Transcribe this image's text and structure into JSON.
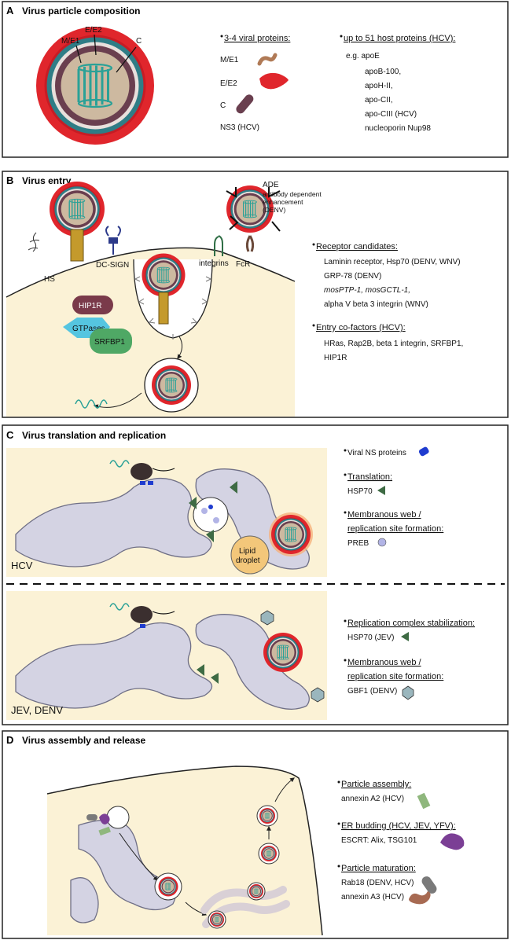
{
  "panel_a": {
    "letter": "A",
    "title": "Virus particle composition",
    "particle_labels": {
      "me1": "M/E1",
      "ee2": "E/E2",
      "c": "C"
    },
    "viral_header": "3-4 viral proteins:",
    "viral_items": [
      "M/E1",
      "E/E2",
      "C",
      "NS3 (HCV)"
    ],
    "host_header": "up to 51 host proteins (HCV):",
    "host_intro": "e.g. apoE",
    "host_items": [
      "apoB-100,",
      "apoH-II,",
      "apo-CII,",
      "apo-CIII (HCV)",
      "nucleoporin Nup98"
    ]
  },
  "panel_b": {
    "letter": "B",
    "title": "Virus entry",
    "ade_title": "ADE",
    "ade_sub": [
      "antibody dependent",
      "enhancement",
      "(DENV)"
    ],
    "labels": {
      "hs": "HS",
      "dcsign": "DC-SIGN",
      "integrins": "integrins",
      "fcr": "FcR",
      "hip1r": "HIP1R",
      "gtpases": "GTPases",
      "srfbp1": "SRFBP1"
    },
    "receptor_header": "Receptor candidates:",
    "receptor_items": [
      "Laminin receptor, Hsp70 (DENV, WNV)",
      "GRP-78 (DENV)",
      "mosPTP-1, mosGCTL-1,",
      "alpha V beta 3 integrin (WNV)"
    ],
    "cofactor_header": "Entry co-factors (HCV):",
    "cofactor_items": [
      "HRas, Rap2B, beta 1 integrin, SRFBP1,",
      "HIP1R"
    ]
  },
  "panel_c": {
    "letter": "C",
    "title": "Virus translation and replication",
    "hcv_label": "HCV",
    "jev_label": "JEV, DENV",
    "lipid_label": [
      "Lipid",
      "droplet"
    ],
    "ns_label": "Viral NS proteins",
    "translation_header": "Translation:",
    "translation_item": "HSP70",
    "web_header": [
      "Membranous web /",
      "replication site formation:"
    ],
    "web_item_hcv": "PREB",
    "stabilization_header": "Replication complex stabilization:",
    "stabilization_item": "HSP70 (JEV)",
    "web_item_denv": "GBF1 (DENV)"
  },
  "panel_d": {
    "letter": "D",
    "title": "Virus assembly and release",
    "assembly_header": "Particle assembly:",
    "assembly_item": "annexin A2 (HCV)",
    "budding_header": "ER budding (HCV, JEV, YFV):",
    "budding_item": "ESCRT: Alix, TSG101",
    "maturation_header": "Particle maturation:",
    "maturation_items": [
      "Rab18 (DENV, HCV)",
      "annexin A3 (HCV)"
    ]
  },
  "colors": {
    "envelope": "#e0262c",
    "matrix": "#2f7d86",
    "capsid": "#6a3f4f",
    "rna": "#3aa49a",
    "cytoplasm": "#fbf2d6",
    "er": "#d4d3e3",
    "ns_protein": "#1f3ccf",
    "hsp70": "#3e6b44",
    "preb": "#b2b4e6",
    "gbf1": "#9ab6bd",
    "annexin_a2": "#8fb77d",
    "escrt": "#7b3f95",
    "rab18": "#7a7a7a",
    "annexin_a3": "#a76a52",
    "hip1r": "#7a3a4a",
    "gtpases": "#55c5e0",
    "srfbp1": "#4fa865",
    "lipid": "#f3c77a"
  },
  "icons": [
    "virus-particle",
    "me1-protein",
    "ee2-protein",
    "capsid-protein",
    "ns-protein",
    "hsp70-triangle",
    "preb-circle",
    "gbf1-hexagon",
    "annexin-a2-bar",
    "escrt-bean",
    "rab18-capsule",
    "annexin-a3-peanut",
    "ribosome"
  ]
}
